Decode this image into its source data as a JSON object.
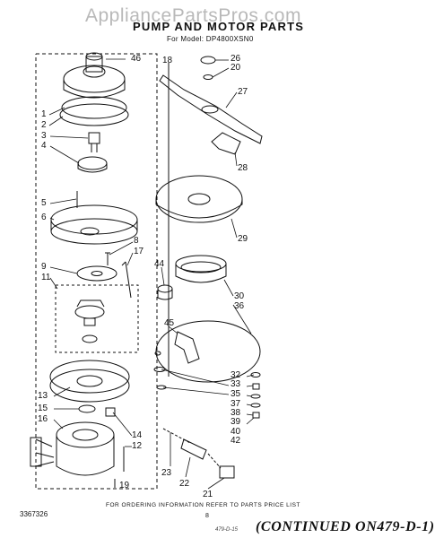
{
  "watermark": "AppliancePartsPros.com",
  "title": "PUMP AND MOTOR PARTS",
  "model": "For Model: DP4800XSN0",
  "footer_note": "FOR ORDERING INFORMATION REFER TO PARTS PRICE LIST",
  "doc_number": "3367326",
  "page_number": "8",
  "continued": "(CONTINUED ON479-D-1)",
  "continued_small": "479-D-15",
  "callouts": [
    "46",
    "18",
    "1",
    "2",
    "3",
    "4",
    "5",
    "6",
    "8",
    "17",
    "9",
    "11",
    "13",
    "15",
    "16",
    "14",
    "12",
    "26",
    "20",
    "27",
    "28",
    "29",
    "44",
    "30",
    "36",
    "45",
    "33",
    "35",
    "32",
    "37",
    "38",
    "39",
    "40",
    "42",
    "23",
    "22",
    "21",
    "19"
  ]
}
